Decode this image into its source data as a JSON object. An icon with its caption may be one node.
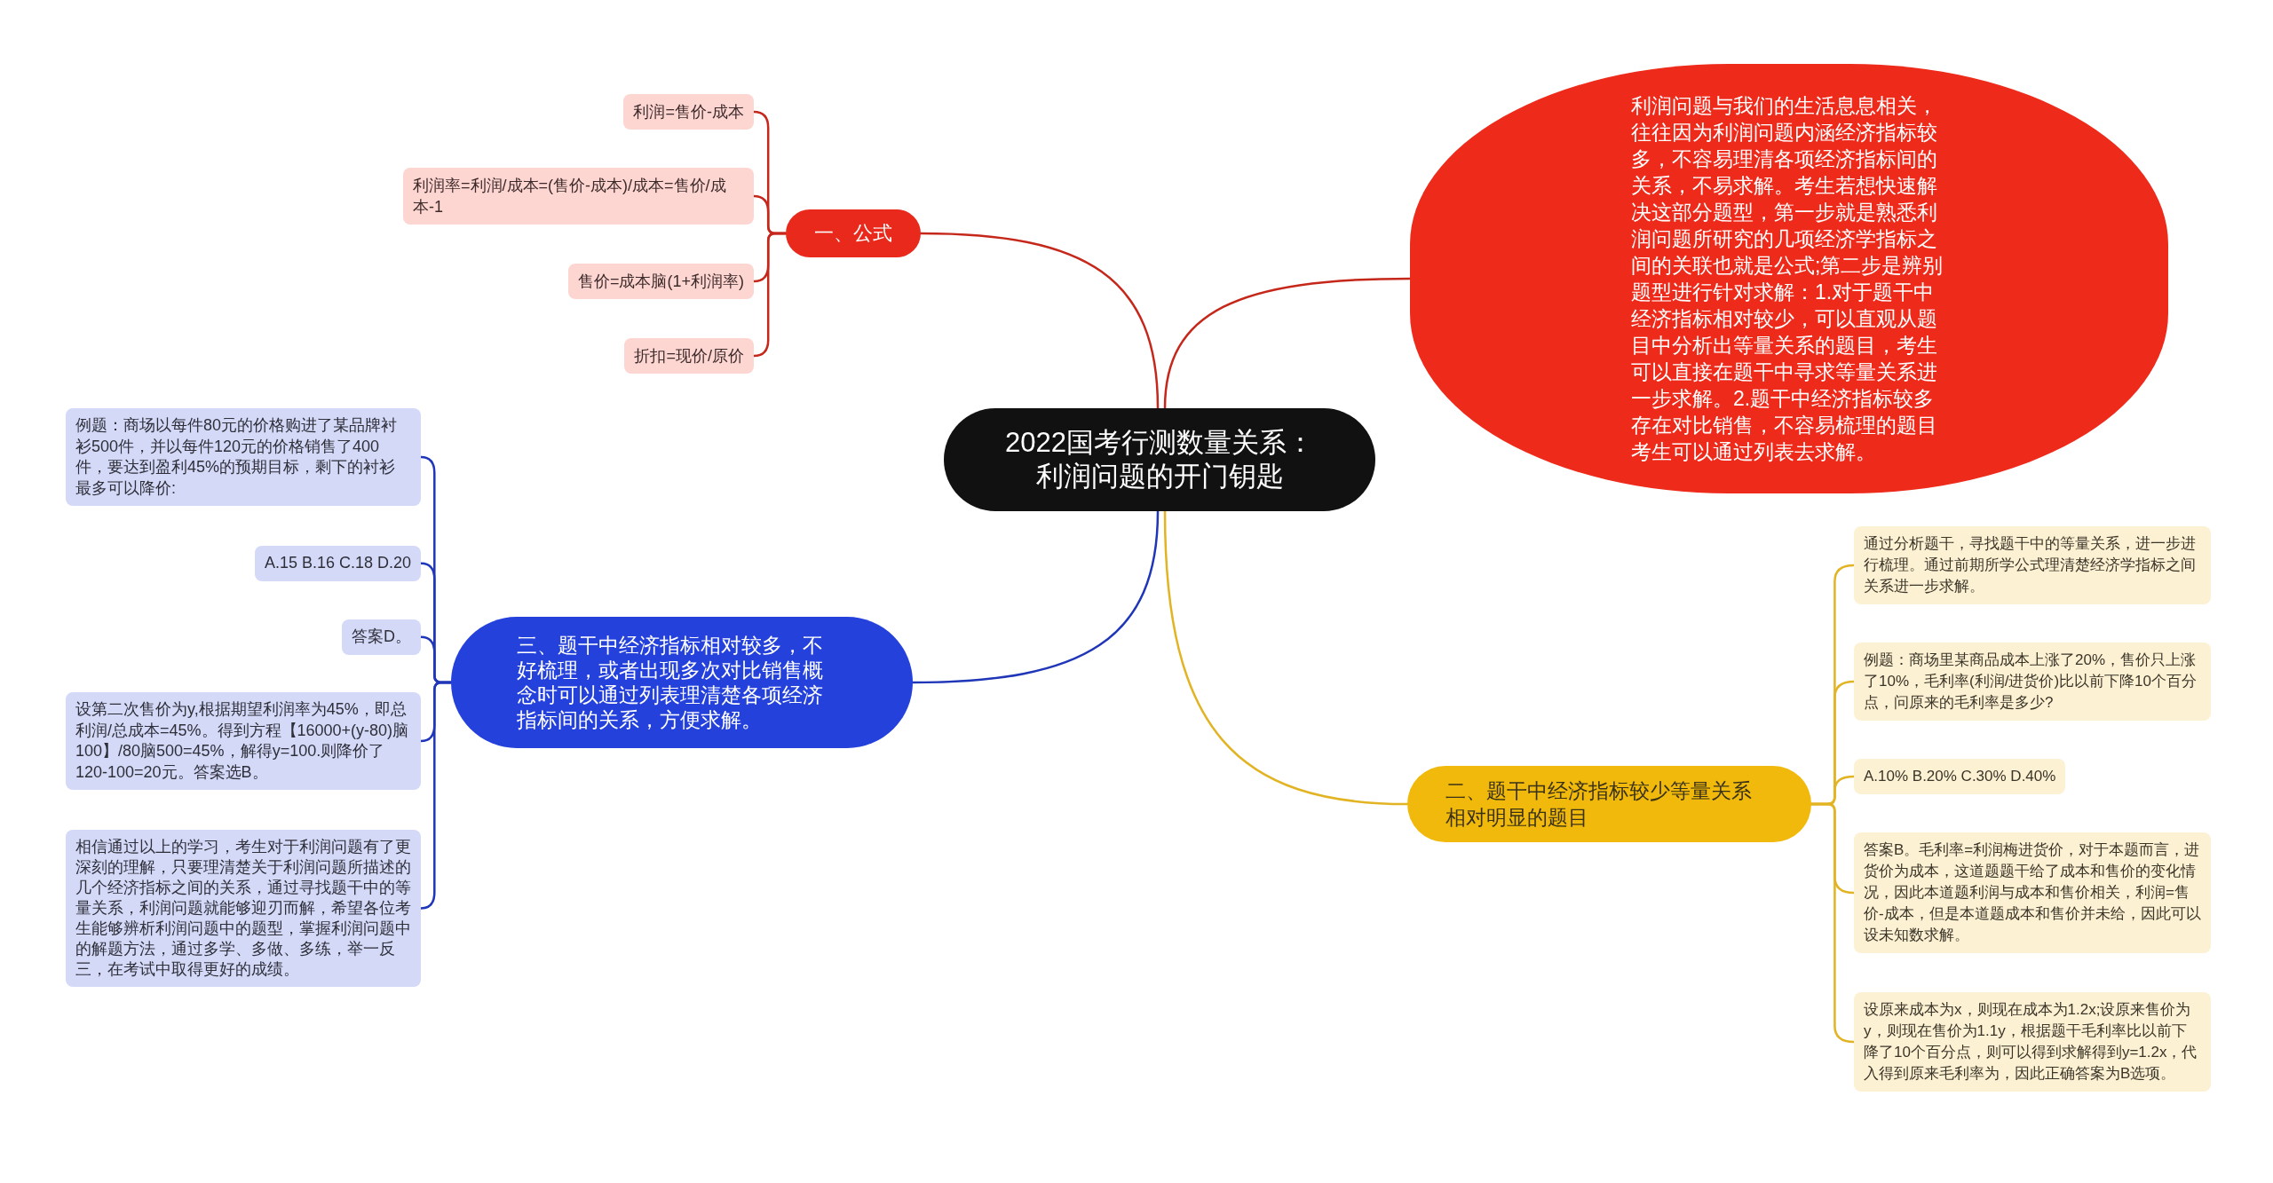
{
  "diagram": {
    "nodes": [
      {
        "text": [
          "2022国考行测数量关系：利润问题的开门钥匙"
        ]
      },
      {
        "text": [
          "一、公式"
        ]
      },
      {
        "text": [
          "利润=售价-成本"
        ]
      },
      {
        "text": [
          "利润率=利润/成本=(售价-成本)/成本=售价/成本-1"
        ]
      },
      {
        "text": [
          "售价=成本脑(1+利润率)"
        ]
      },
      {
        "text": [
          "折扣=现价/原价"
        ]
      },
      {
        "text": [
          "利润问题与我们的生活息息相关，往往因为利润问题内涵经济指标较多，不容易理清各项经济指标间的关系，不易求解。考生若想快速解决这部分题型，第一步就是熟悉利润问题所研究的几项经济学指标之间的关联也就是公式;第二步是辨别题型进行针对求解：1.对于题干中经济指标相对较少，可以直观从题目中分析出等量关系的题目，考生可以直接在题干中寻求等量关系进一步求解。2.题干中经济指标较多存在对比销售，不容易梳理的题目考生可以通过列表去求解。"
        ]
      },
      {
        "text": [
          "二、题干中经济指标较少等量关系相对明显的题目"
        ]
      },
      {
        "text": [
          "通过分析题干，寻找题干中的等量关系，进一步进行梳理。通过前期所学公式理清楚经济学指标之间关系进一步求解。"
        ]
      },
      {
        "text": [
          "例题：商场里某商品成本上涨了20%，售价只上涨了10%，毛利率(利润/进货价)比以前下降10个百分点，问原来的毛利率是多少?"
        ]
      },
      {
        "text": [
          "A.10% B.20% C.30% D.40%"
        ]
      },
      {
        "text": [
          "答案B。毛利率=利润梅进货价，对于本题而言，进货价为成本，这道题题干给了成本和售价的变化情况，因此本道题利润与成本和售价相关，利润=售价-成本，但是本道题成本和售价并未给，因此可以设未知数求解。"
        ]
      },
      {
        "text": [
          "设原来成本为x，则现在成本为1.2x;设原来售价为y，则现在售价为1.1y，根据题干毛利率比以前下降了10个百分点，则可以得到求解得到y=1.2x，代入得到原来毛利率为，因此正确答案为B选项。"
        ]
      },
      {
        "text": [
          "三、题干中经济指标相对较多，不好梳理，或者出现多次对比销售概念时可以通过列表理清楚各项经济指标间的关系，方便求解。"
        ]
      },
      {
        "text": [
          "例题：商场以每件80元的价格购进了某品牌衬衫500件，并以每件120元的价格销售了400件，要达到盈利45%的预期目标，剩下的衬衫最多可以降价:"
        ]
      },
      {
        "text": [
          "A.15 B.16 C.18 D.20"
        ]
      },
      {
        "text": [
          "答案D。"
        ]
      },
      {
        "text": [
          "设第二次售价为y,根据期望利润率为45%，即总利润/总成本=45%。得到方程【16000+(y-80)脑100】/80脑500=45%，解得y=100.则降价了120-100=20元。答案选B。"
        ]
      },
      {
        "text": [
          "相信通过以上的学习，考生对于利润问题有了更深刻的理解，只要理清楚关于利润问题所描述的几个经济指标之间的关系，通过寻找题干中的等量关系，利润问题就能够迎刃而解，希望各位考生能够辨析利润问题中的题型，掌握利润问题中的解题方法，通过多学、多做、多练，举一反三，在考试中取得更好的成绩。"
        ]
      }
    ],
    "edges": [
      {
        "from": 0,
        "to": 1,
        "arrow": "none",
        "color": "#c5271b"
      },
      {
        "from": 1,
        "to": 2,
        "arrow": "none",
        "color": "#c5271b"
      },
      {
        "from": 1,
        "to": 3,
        "arrow": "none",
        "color": "#c5271b"
      },
      {
        "from": 1,
        "to": 4,
        "arrow": "none",
        "color": "#c5271b"
      },
      {
        "from": 1,
        "to": 5,
        "arrow": "none",
        "color": "#c5271b"
      },
      {
        "from": 0,
        "to": 6,
        "arrow": "none",
        "color": "#c5271b"
      },
      {
        "from": 0,
        "to": 7,
        "arrow": "none",
        "color": "#e2b322"
      },
      {
        "from": 7,
        "to": 8,
        "arrow": "none",
        "color": "#e2b322"
      },
      {
        "from": 7,
        "to": 9,
        "arrow": "none",
        "color": "#e2b322"
      },
      {
        "from": 7,
        "to": 10,
        "arrow": "none",
        "color": "#e2b322"
      },
      {
        "from": 7,
        "to": 11,
        "arrow": "none",
        "color": "#e2b322"
      },
      {
        "from": 7,
        "to": 12,
        "arrow": "none",
        "color": "#e2b322"
      },
      {
        "from": 0,
        "to": 13,
        "arrow": "none",
        "color": "#1f36b8"
      },
      {
        "from": 13,
        "to": 14,
        "arrow": "none",
        "color": "#1f36b8"
      },
      {
        "from": 13,
        "to": 15,
        "arrow": "none",
        "color": "#1f36b8"
      },
      {
        "from": 13,
        "to": 16,
        "arrow": "none",
        "color": "#1f36b8"
      },
      {
        "from": 13,
        "to": 17,
        "arrow": "none",
        "color": "#1f36b8"
      },
      {
        "from": 13,
        "to": 18,
        "arrow": "none",
        "color": "#1f36b8"
      }
    ]
  }
}
